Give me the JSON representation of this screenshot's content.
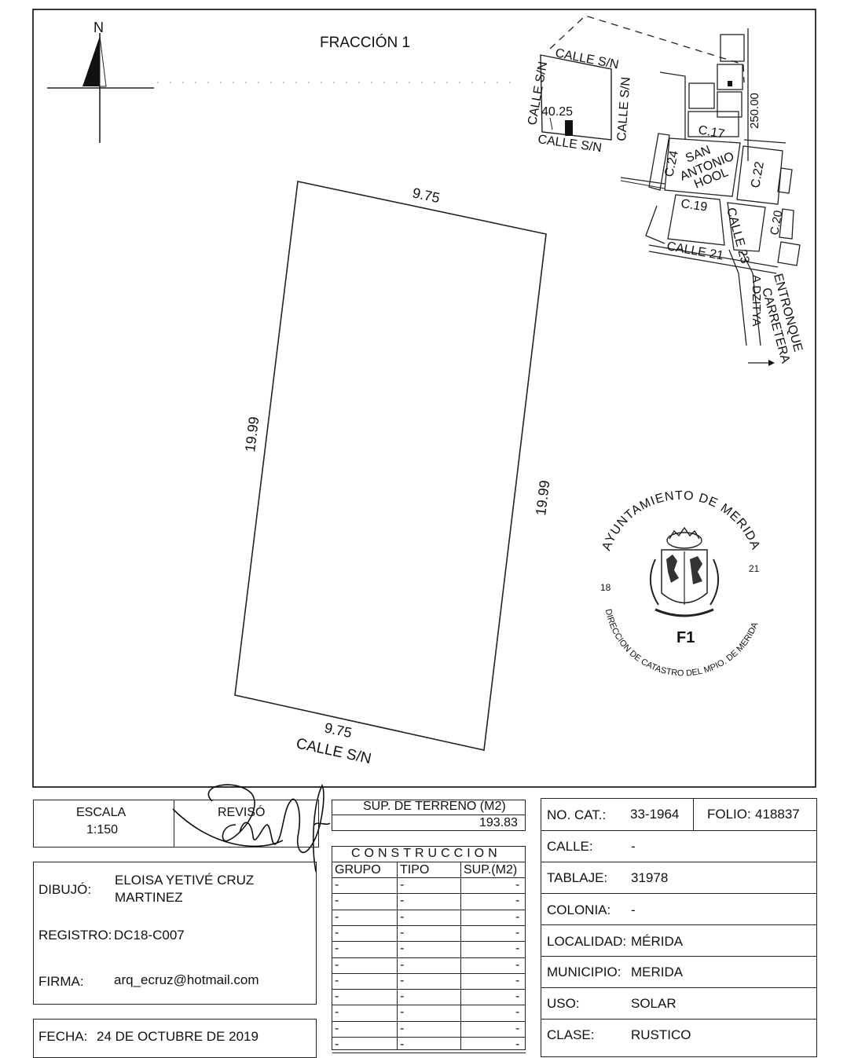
{
  "plan": {
    "north": "N",
    "title": "FRACCIÓN 1",
    "dim_top": "9.75",
    "dim_bottom": "9.75",
    "dim_left": "19.99",
    "dim_right": "19.99",
    "street_bottom": "CALLE S/N"
  },
  "location_map": {
    "street_top": "CALLE S/N",
    "street_bottom": "CALLE S/N",
    "street_left": "CALLE S/N",
    "street_right": "CALLE S/N",
    "distance_small": "40.25",
    "distance_250": "250.00",
    "c17": "C.17",
    "c24": "C.24",
    "c22": "C.22",
    "c19": "C.19",
    "c20": "C.20",
    "san": "SAN",
    "antonio": "ANTONIO",
    "hool": "HOOL",
    "calle23": "CALLE 23",
    "calle21": "CALLE 21",
    "dzitya": "A DZITYA",
    "entronque": "ENTRONQUE",
    "carretera": "CARRETERA"
  },
  "seal": {
    "top_text": "AYUNTAMIENTO DE MERIDA",
    "bottom_text": "DIRECCION DE CATASTRO DEL MPIO. DE MERIDA",
    "left_num": "18",
    "right_num": "21",
    "code": "F1"
  },
  "title_block": {
    "escala_label": "ESCALA",
    "escala_value": "1:150",
    "reviso_label": "REVISÓ",
    "sup_terreno_label": "SUP. DE TERRENO (M2)",
    "sup_terreno_value": "193.83",
    "construccion_label": "CONSTRUCCION",
    "col_grupo": "GRUPO",
    "col_tipo": "TIPO",
    "col_sup": "SUP.(M2)",
    "dash": "-",
    "dibujo_label": "DIBUJÓ:",
    "dibujo_line1": "ELOISA YETIVÉ CRUZ",
    "dibujo_line2": "MARTINEZ",
    "registro_label": "REGISTRO:",
    "registro_value": "DC18-C007",
    "firma_label": "FIRMA:",
    "firma_value": "arq_ecruz@hotmail.com",
    "fecha_label": "FECHA:",
    "fecha_value": "24 DE OCTUBRE DE 2019"
  },
  "catastro": {
    "nocat_label": "NO. CAT.:",
    "nocat_value": "33-1964",
    "folio_label": "FOLIO:",
    "folio_value": "418837",
    "calle_label": "CALLE:",
    "calle_value": "-",
    "tablaje_label": "TABLAJE:",
    "tablaje_value": "31978",
    "colonia_label": "COLONIA:",
    "colonia_value": "-",
    "localidad_label": "LOCALIDAD:",
    "localidad_value": "MÉRIDA",
    "municipio_label": "MUNICIPIO:",
    "municipio_value": "MERIDA",
    "uso_label": "USO:",
    "uso_value": "SOLAR",
    "clase_label": "CLASE:",
    "clase_value": "RUSTICO"
  }
}
